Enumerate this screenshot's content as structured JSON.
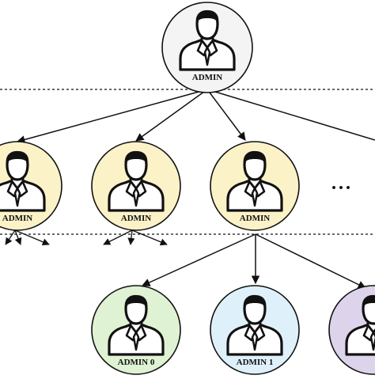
{
  "nodes": {
    "root": {
      "label": "ADMIN",
      "fill": "#f4f4f4"
    },
    "mid_a": {
      "label": "ADMIN",
      "fill": "#fbf2c8"
    },
    "mid_b": {
      "label": "ADMIN",
      "fill": "#fbf2c8"
    },
    "mid_c": {
      "label": "ADMIN",
      "fill": "#fbf2c8"
    },
    "low_0": {
      "label": "ADMIN 0",
      "fill": "#dff2d3"
    },
    "low_1": {
      "label": "ADMIN 1",
      "fill": "#def1fb"
    },
    "low_2": {
      "label": "",
      "fill": "#ddd3ea"
    }
  },
  "ellipsis": "• • •",
  "colors": {
    "stroke": "#111111",
    "icon": "#ffffff"
  },
  "icon": "person-in-suit-icon"
}
